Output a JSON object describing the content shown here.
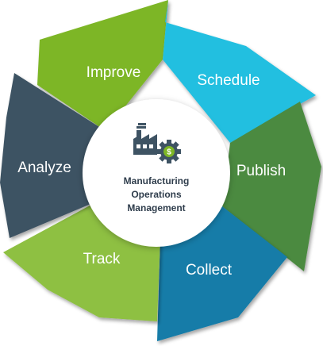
{
  "diagram": {
    "center": {
      "lines": [
        "Manufacturing",
        "Operations",
        "Management"
      ],
      "icon": "factory-gear-dollar-icon"
    },
    "segments": [
      {
        "key": "improve",
        "label": "Improve",
        "color": "#7db626"
      },
      {
        "key": "schedule",
        "label": "Schedule",
        "color": "#22bfe0"
      },
      {
        "key": "publish",
        "label": "Publish",
        "color": "#4b8a3f"
      },
      {
        "key": "collect",
        "label": "Collect",
        "color": "#127ca8"
      },
      {
        "key": "track",
        "label": "Track",
        "color": "#8ec043"
      },
      {
        "key": "analyze",
        "label": "Analyze",
        "color": "#3e5363"
      }
    ]
  }
}
